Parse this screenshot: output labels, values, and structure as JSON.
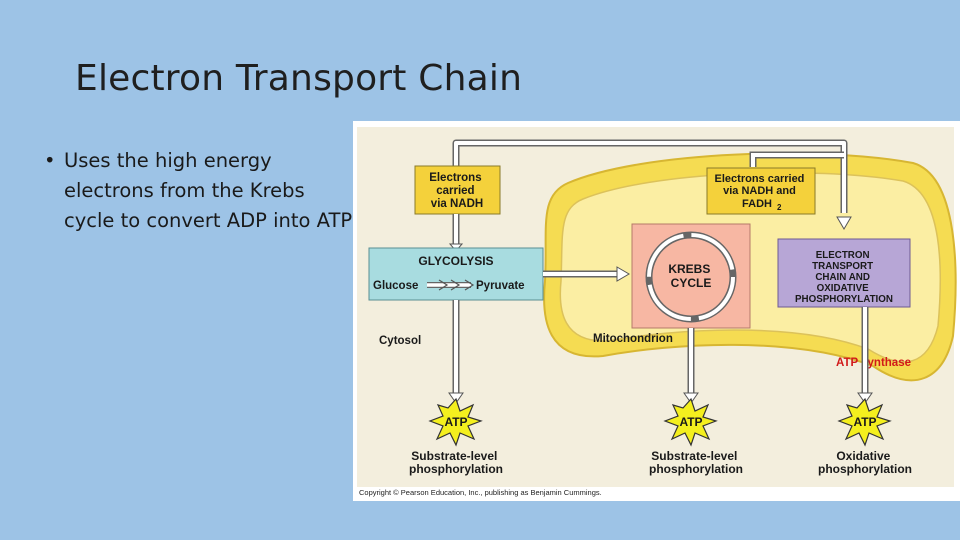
{
  "slide": {
    "title": "Electron Transport Chain",
    "bullet": "Uses the high energy electrons from the Krebs cycle to convert ADP into ATP"
  },
  "diagram": {
    "electrons_nadh": [
      "Electrons",
      "carried",
      "via NADH"
    ],
    "electrons_nadh_fadh2": [
      "Electrons carried",
      "via NADH and",
      "FADH"
    ],
    "fadh2_subscript": "2",
    "glycolysis": "GLYCOLYSIS",
    "glucose": "Glucose",
    "pyruvate": "Pyruvate",
    "krebs": [
      "KREBS",
      "CYCLE"
    ],
    "etc": [
      "ELECTRON",
      "TRANSPORT",
      "CHAIN AND",
      "OXIDATIVE",
      "PHOSPHORYLATION"
    ],
    "cytosol": "Cytosol",
    "mitochondrion": "Mitochondrion",
    "atp_synthase": "ATP  synthase",
    "atp": "ATP",
    "outputs": [
      [
        "Substrate-level",
        "phosphorylation"
      ],
      [
        "Substrate-level",
        "phosphorylation"
      ],
      [
        "Oxidative",
        "phosphorylation"
      ]
    ],
    "copyright": "Copyright © Pearson Education, Inc., publishing as Benjamin Cummings.",
    "colors": {
      "background": "#9dc3e6",
      "mito_outer": "#f5dc52",
      "mito_inner": "#fbeea3",
      "box_yellow": "#f4d13b",
      "glycolysis_box": "#a8dce0",
      "krebs_box": "#f7b7a3",
      "etc_box": "#b7a6d6",
      "atp_star": "#f4ef1e",
      "atp_synthase_text": "#d11a1a"
    }
  }
}
